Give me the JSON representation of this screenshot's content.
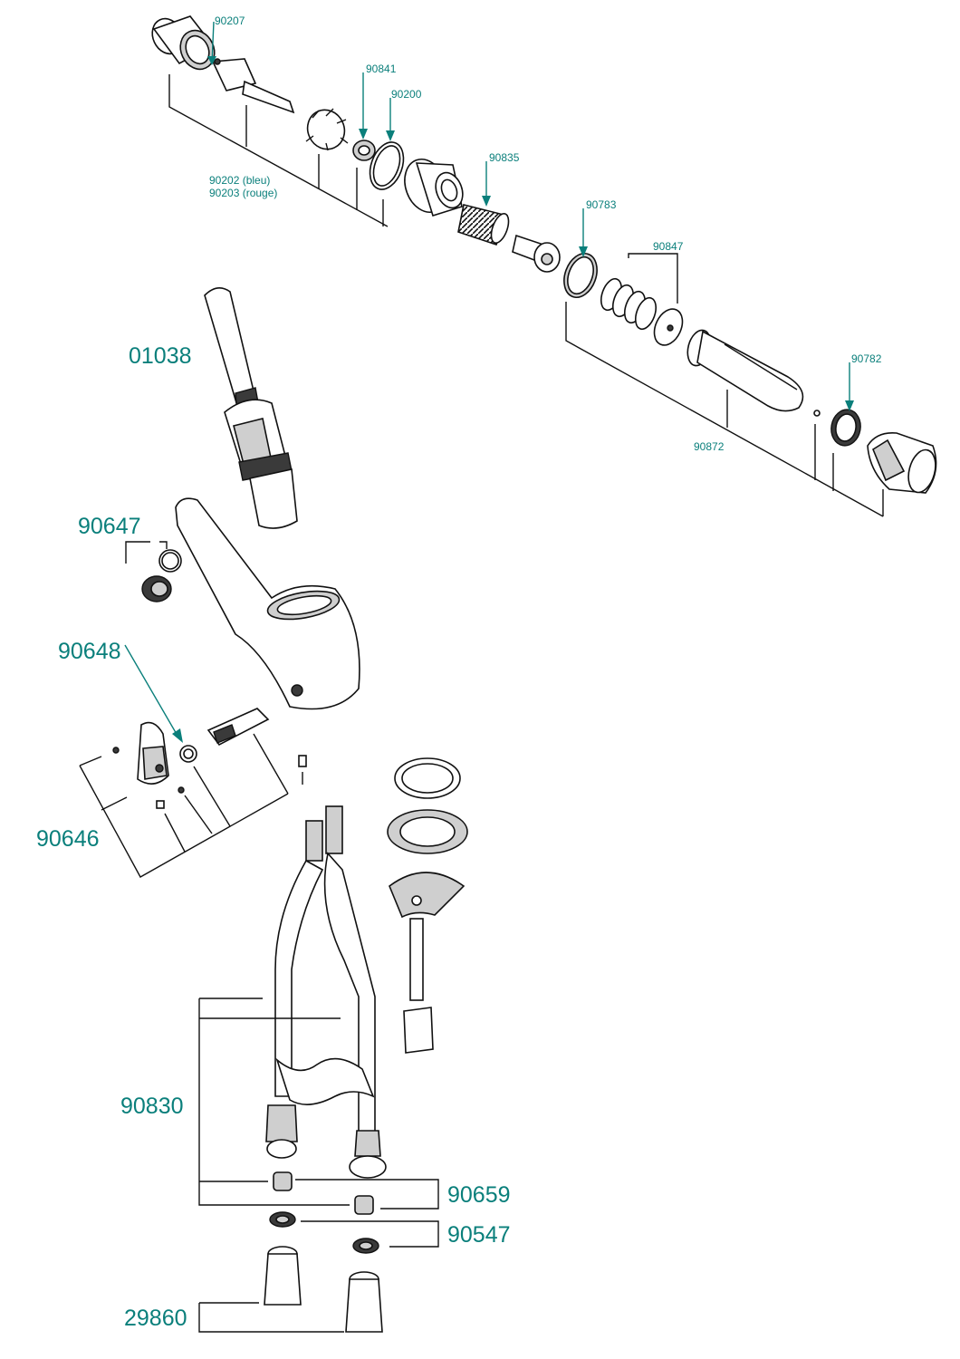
{
  "labels": {
    "p90207": "90207",
    "p90841": "90841",
    "p90200": "90200",
    "p90202": "90202 (bleu)",
    "p90203": "90203 (rouge)",
    "p90835": "90835",
    "p90783": "90783",
    "p90847": "90847",
    "p90782": "90782",
    "p90872": "90872",
    "p01038": "01038",
    "p90647": "90647",
    "p90648": "90648",
    "p90646": "90646",
    "p90830": "90830",
    "p90659": "90659",
    "p90547": "90547",
    "p29860": "29860"
  },
  "colors": {
    "label": "#0a7f7b",
    "line": "#111111",
    "shade": "#cfcfcf"
  }
}
